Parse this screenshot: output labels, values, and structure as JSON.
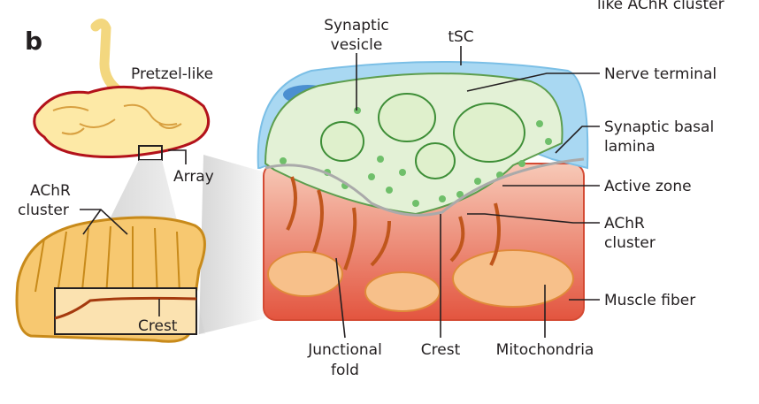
{
  "panel_label": "b",
  "top_cut_text": "like AChR cluster",
  "left": {
    "pretzel": "Pretzel-like",
    "array": "Array",
    "achr_cluster": [
      "AChR",
      "cluster"
    ],
    "crest": "Crest"
  },
  "main": {
    "synaptic_vesicle": [
      "Synaptic",
      "vesicle"
    ],
    "tsc": "tSC",
    "nerve_terminal": "Nerve terminal",
    "basal_lamina": [
      "Synaptic basal",
      "lamina"
    ],
    "active_zone": "Active zone",
    "achr_cluster": [
      "AChR",
      "cluster"
    ],
    "muscle_fiber": "Muscle fiber",
    "junctional_fold": [
      "Junctional",
      "fold"
    ],
    "crest": "Crest",
    "mitochondria": "Mitochondria"
  },
  "colors": {
    "tsc": "#a9d8f2",
    "nerve_terminal": "#e3f1d6",
    "vesicle": "#6fbf6a",
    "muscle": "#ea7a62",
    "mitochondria": "#f7c08a",
    "achr": "#c0561c",
    "pretzel": "#fde9a6"
  }
}
